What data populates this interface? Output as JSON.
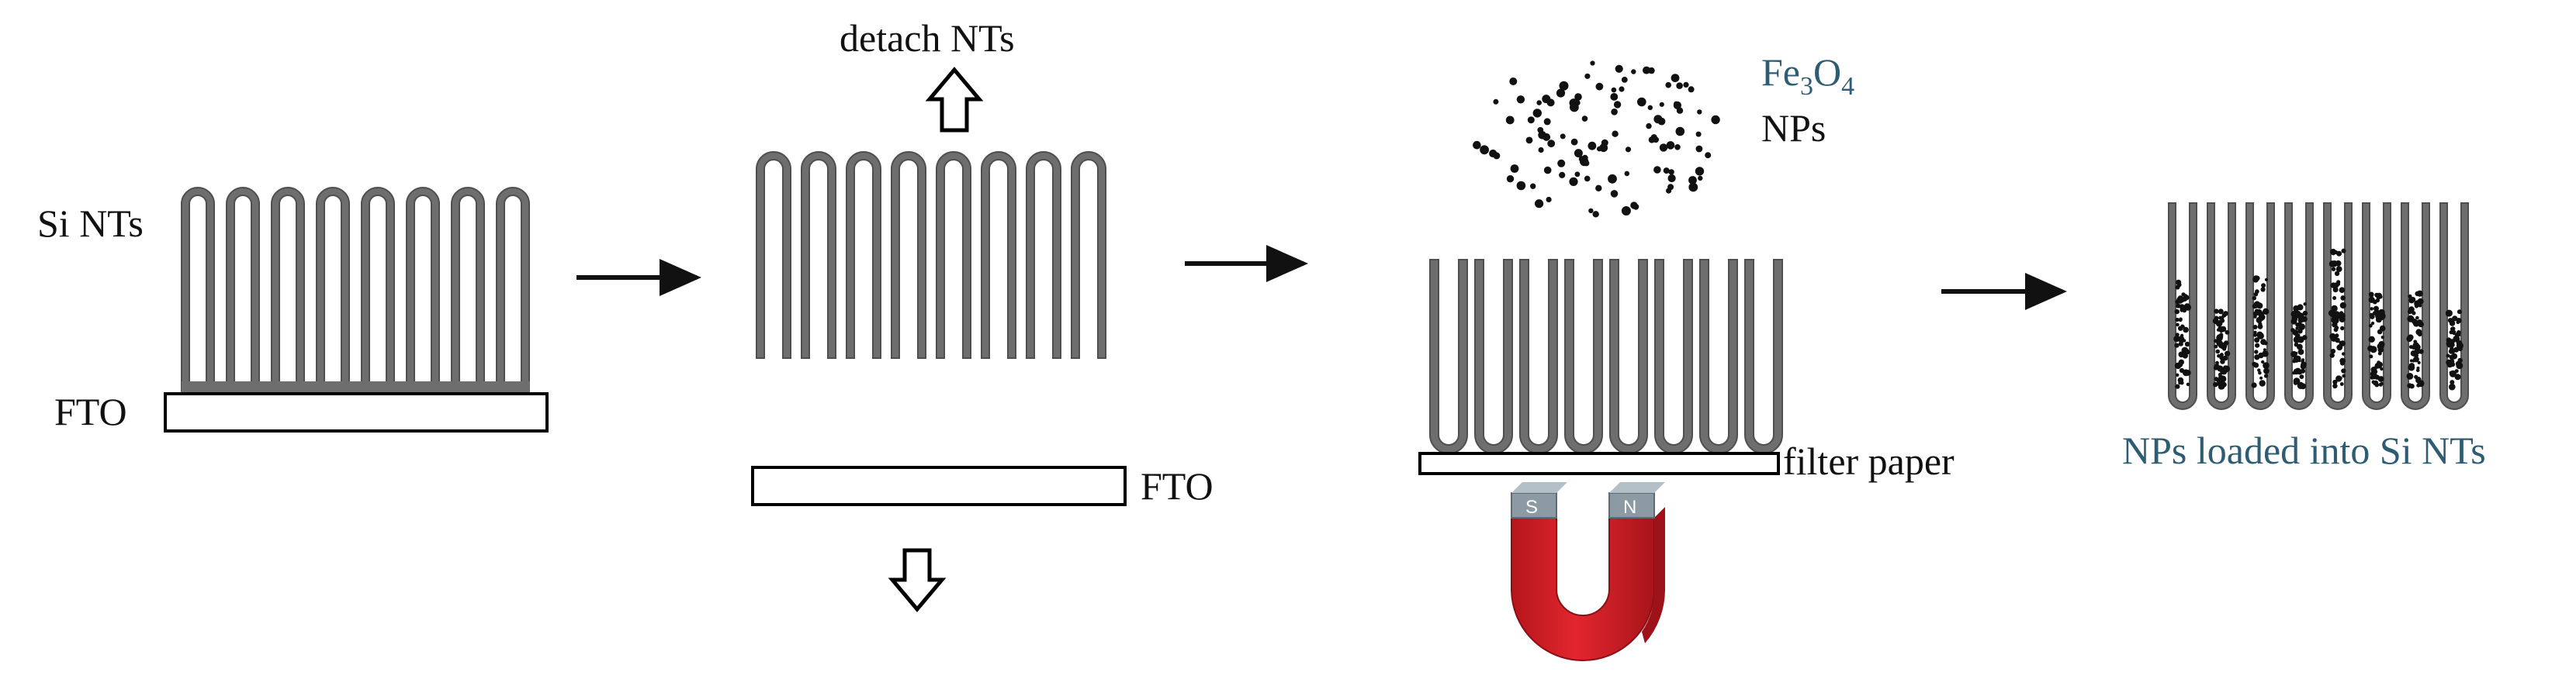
{
  "colors": {
    "tube": "#6e6e6e",
    "tube_edge": "#4f4f4f",
    "substrate_fill": "#ffffff",
    "outline": "#000000",
    "accent_text": "#2e5c73",
    "magnet_red": "#d81f26",
    "magnet_red_dark": "#9d1218",
    "magnet_pole": "#8c9aa3",
    "particle": "#111111"
  },
  "labels": {
    "si_nts": "Si NTs",
    "fto": "FTO",
    "detach_nts": "detach NTs",
    "fto_2": "FTO",
    "fe3o4_base": "Fe",
    "fe3o4_sub1": "3",
    "fe3o4_mid": "O",
    "fe3o4_sub2": "4",
    "nps": "NPs",
    "filter_paper": "filter paper",
    "magnet_s": "S",
    "magnet_n": "N",
    "result": "NPs loaded into Si NTs"
  },
  "icons": {
    "process_arrow": "right-arrow-icon",
    "detach_up": "hollow-up-arrow-icon",
    "detach_down": "hollow-down-arrow-icon",
    "magnet": "horseshoe-magnet-icon"
  }
}
